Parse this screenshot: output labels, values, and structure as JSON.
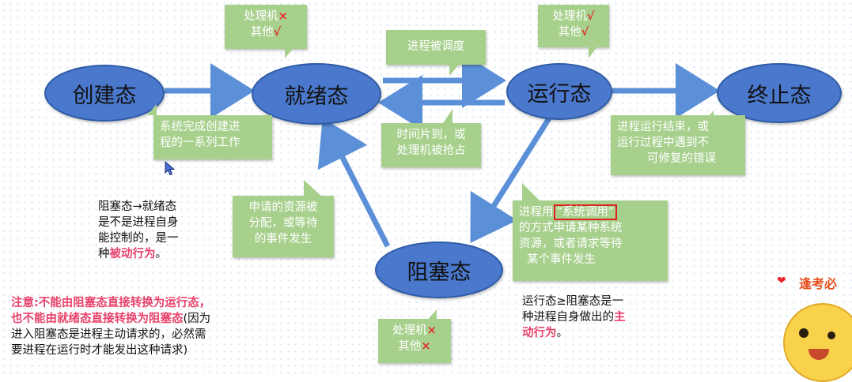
{
  "states": {
    "created": "创建态",
    "ready": "就绪态",
    "running": "运行态",
    "terminated": "终止态",
    "blocked": "阻塞态"
  },
  "notes": {
    "top_left": {
      "line1": "处理机",
      "mark1": "×",
      "line2": "其他",
      "mark2": "√"
    },
    "scheduled": "进程被调度",
    "top_right": {
      "line1": "处理机",
      "mark1": "√",
      "line2": "其他",
      "mark2": "√"
    },
    "create_work": {
      "line1": "系统完成创建进",
      "line2": "程的一系列工作"
    },
    "timeslice": {
      "line1": "时间片到，或",
      "line2": "处理机被抢占"
    },
    "finish": {
      "line1": "进程运行结束，或",
      "line2": "运行过程中遇到不",
      "line3": "可修复的错误"
    },
    "resource_alloc": {
      "line1": "申请的资源被",
      "line2": "分配，或等待",
      "line3": "的事件发生"
    },
    "syscall": {
      "prefix": "进程用",
      "highlight": "“系统调用”",
      "line2": "的方式申请某种系统",
      "line3": "资源，或者请求等待",
      "line4": "某个事件发生"
    },
    "bottom": {
      "line1": "处理机",
      "mark1": "×",
      "line2": "其他",
      "mark2": "×"
    }
  },
  "left_text": {
    "line1": "阻塞态→就绪态",
    "line2": "是不是进程自身",
    "line3": "能控制的，是一",
    "line4_prefix": "种",
    "line4_bold": "被动行为",
    "line4_suffix": "。"
  },
  "attention": {
    "line1": "注意:不能由阻塞态直接转换为运行态，",
    "line2_bold": "也不能由就绪态直接转换为阻塞态",
    "line2_rest": "(因为",
    "line3": "进入阻塞态是进程主动请求的，必然需",
    "line4": "要进程在运行时才能发出这种请求)"
  },
  "right_text": {
    "line1": "运行态≥阻塞态是一",
    "line2_prefix": "种进程自身做出的",
    "line2_bold": "主",
    "line3_bold": "动行为",
    "line3_suffix": "。"
  },
  "sticker_text": "逢考必",
  "colors": {
    "state_fill": "#4a78cc",
    "note_fill": "#a8d08d",
    "arrow": "#5b8fd8",
    "accent_red": "#e8242a",
    "accent_pink": "#e8436b"
  }
}
